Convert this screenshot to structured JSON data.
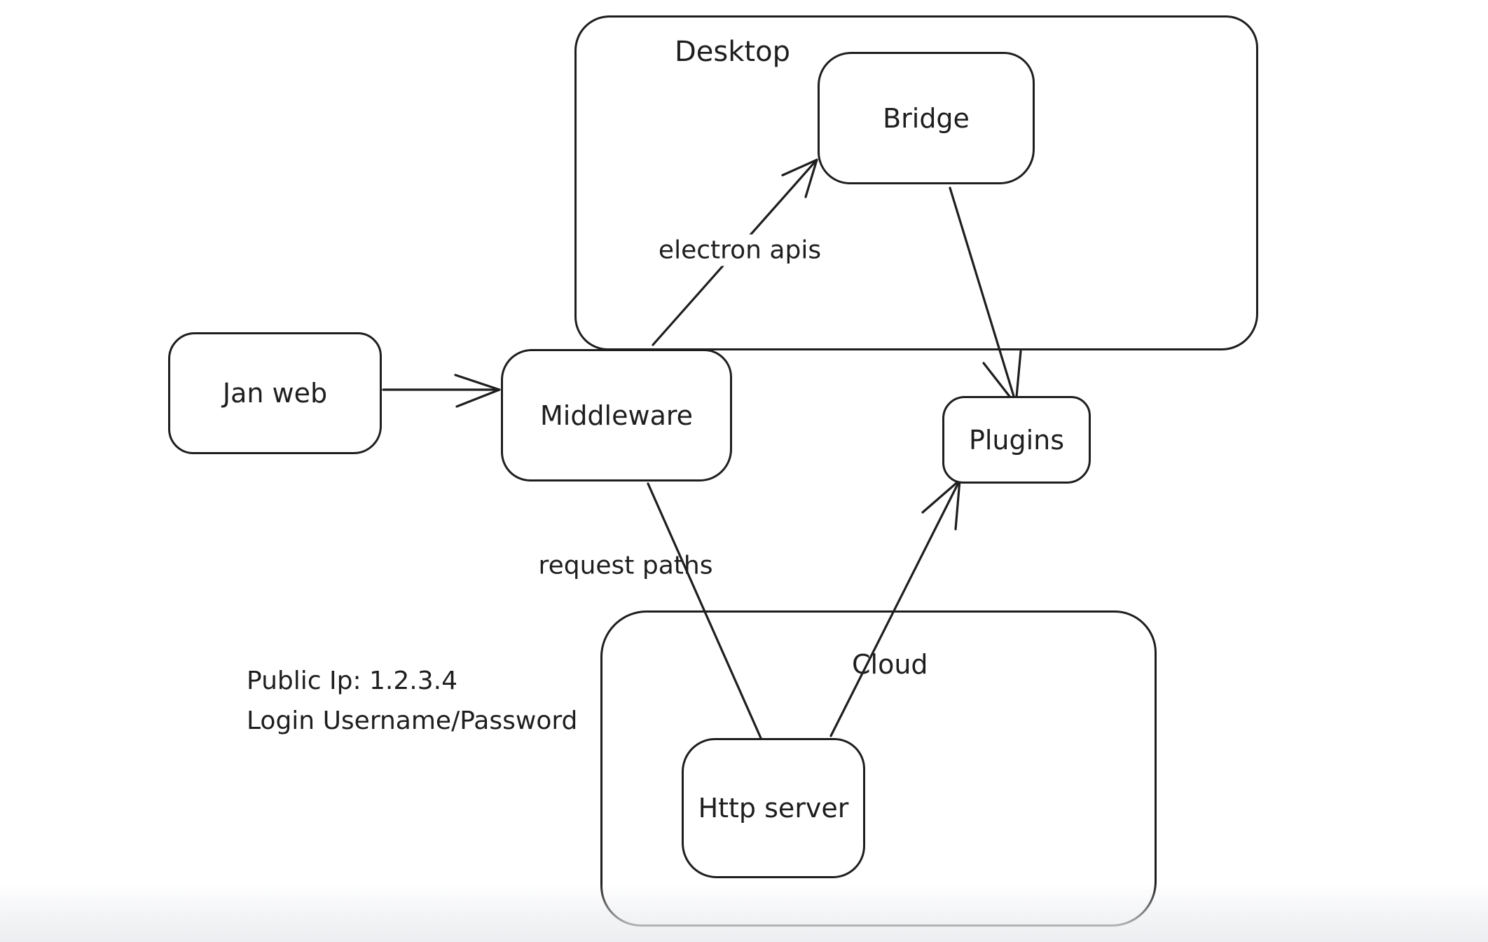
{
  "canvas": {
    "background": "#ffffff",
    "stroke_color": "#1e1e1e",
    "bottom_fade_color": "#edeef1"
  },
  "containers": [
    {
      "id": "desktop",
      "label": "Desktop"
    },
    {
      "id": "cloud",
      "label": "Cloud"
    }
  ],
  "nodes": [
    {
      "id": "jan-web",
      "label": "Jan web"
    },
    {
      "id": "middleware",
      "label": "Middleware"
    },
    {
      "id": "bridge",
      "label": "Bridge"
    },
    {
      "id": "plugins",
      "label": "Plugins"
    },
    {
      "id": "http-server",
      "label": "Http server"
    }
  ],
  "edges": [
    {
      "from": "jan-web",
      "to": "middleware",
      "label": "",
      "arrowhead": "end"
    },
    {
      "from": "middleware",
      "to": "bridge",
      "label": "electron apis",
      "arrowhead": "end"
    },
    {
      "from": "bridge",
      "to": "plugins",
      "label": "",
      "arrowhead": "end"
    },
    {
      "from": "middleware",
      "to": "http-server",
      "label": "request paths",
      "arrowhead": "none"
    },
    {
      "from": "http-server",
      "to": "plugins",
      "label": "",
      "arrowhead": "end"
    }
  ],
  "annotations": {
    "public_ip": "Public Ip: 1.2.3.4",
    "login": "Login Username/Password"
  }
}
